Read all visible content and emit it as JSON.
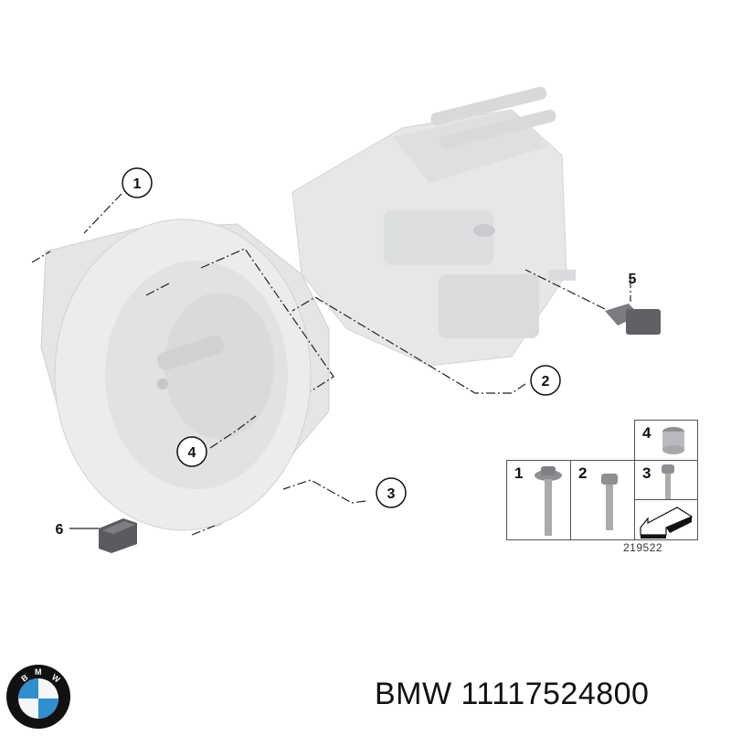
{
  "diagram": {
    "title": "BMW 11117524800",
    "brand": "BMW",
    "part_number": "11117524800",
    "reference_number": "219522",
    "subject": "manual-transmission-housing",
    "callouts": [
      {
        "id": "1",
        "label": "1"
      },
      {
        "id": "2",
        "label": "2"
      },
      {
        "id": "3",
        "label": "3"
      },
      {
        "id": "4",
        "label": "4"
      },
      {
        "id": "5",
        "label": "5"
      },
      {
        "id": "6",
        "label": "6"
      }
    ],
    "legend": [
      {
        "num": "1",
        "item": "bolt-with-washer"
      },
      {
        "num": "2",
        "item": "hex-bolt"
      },
      {
        "num": "3",
        "item": "short-hex-bolt"
      },
      {
        "num": "4",
        "item": "dowel-sleeve"
      }
    ],
    "logo": {
      "letters": "BMW",
      "colors": {
        "ring": "#111111",
        "blue": "#2f8fd0",
        "white": "#f4f6f8"
      }
    },
    "colors": {
      "housing": "#e3e4e5",
      "housing_shade": "#cfd1d3",
      "part_dark": "#6b6d70",
      "line": "#222222"
    }
  }
}
